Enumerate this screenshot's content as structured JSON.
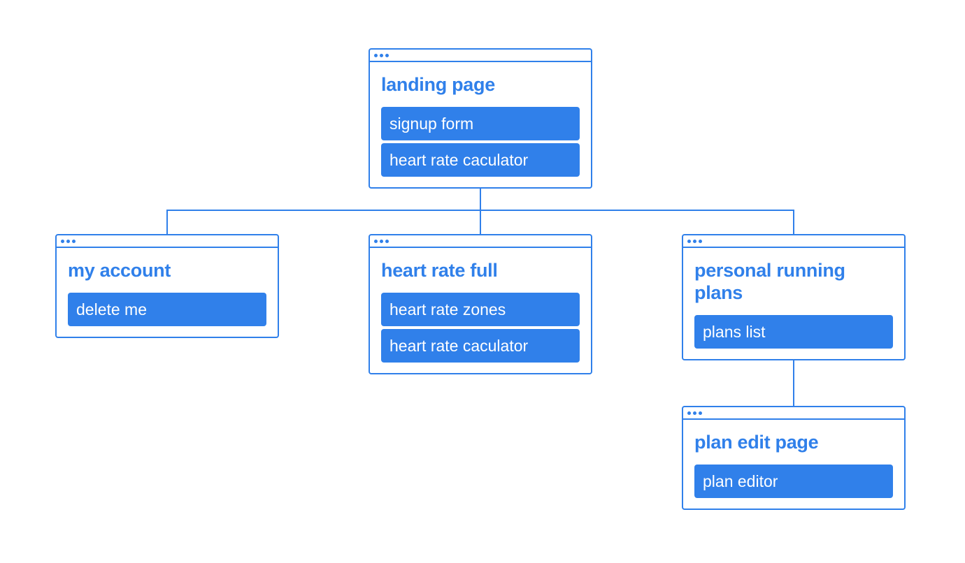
{
  "colors": {
    "accent": "#3080ea",
    "background": "#ffffff",
    "item_text": "#ffffff"
  },
  "icons": {
    "window_controls": "three-dots-icon"
  },
  "pages": {
    "landing": {
      "title": "landing page",
      "items": [
        "signup form",
        "heart rate caculator"
      ]
    },
    "account": {
      "title": "my account",
      "items": [
        "delete me"
      ]
    },
    "heart_rate_full": {
      "title": "heart rate full",
      "items": [
        "heart rate zones",
        "heart rate caculator"
      ]
    },
    "running_plans": {
      "title": "personal running plans",
      "items": [
        "plans list"
      ]
    },
    "plan_edit": {
      "title": "plan edit page",
      "items": [
        "plan editor"
      ]
    }
  }
}
